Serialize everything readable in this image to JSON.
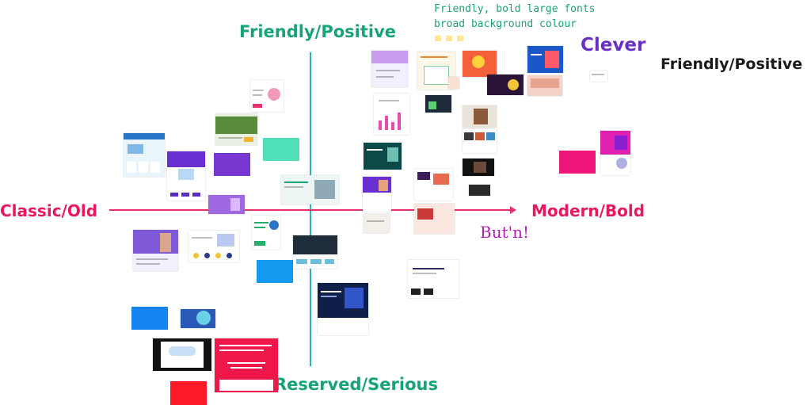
{
  "axes": {
    "top": "Friendly/Positive",
    "bottom": "Reserved/Serious",
    "left": "Classic/Old",
    "right": "Modern/Bold"
  },
  "annotations": {
    "note_line1": "Friendly, bold large fonts",
    "note_line2": "broad background colour",
    "clever": "Clever",
    "friendly_positive_right": "Friendly/Positive",
    "butn": "But'n!"
  },
  "colors": {
    "axis_vertical": "#2ab3a6",
    "axis_horizontal": "#e8316b",
    "label_top_bottom": "#16a37a",
    "label_left_right": "#e8185f",
    "clever": "#6a2fc4",
    "friendly_right": "#1a1a1a",
    "butn": "#b020b0",
    "sticky_teal": "#4fe0b8",
    "sticky_purple": "#7a36d0",
    "sticky_blue": "#1499f0",
    "sticky_pink": "#f01578",
    "sticky_red": "#ff1a2a"
  }
}
